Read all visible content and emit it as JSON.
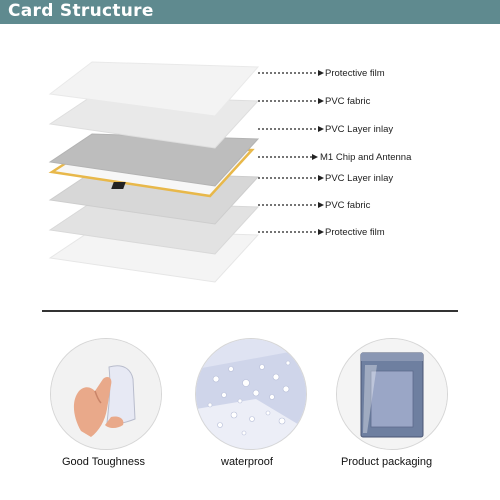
{
  "header": {
    "title": "Card Structure"
  },
  "layers": [
    {
      "label": "Protective film"
    },
    {
      "label": "PVC fabric"
    },
    {
      "label": "PVC Layer inlay"
    },
    {
      "label": "M1 Chip and Antenna"
    },
    {
      "label": "PVC Layer inlay"
    },
    {
      "label": "PVC fabric"
    },
    {
      "label": "Protective film"
    }
  ],
  "features": [
    {
      "caption": "Good Toughness",
      "icon": "hand-holding-card"
    },
    {
      "caption": "waterproof",
      "icon": "water-droplets"
    },
    {
      "caption": "Product packaging",
      "icon": "packaging-bag"
    }
  ],
  "colors": {
    "banner": "#5f8a8f",
    "antenna": "#e8b84a",
    "chip": "#222222"
  }
}
